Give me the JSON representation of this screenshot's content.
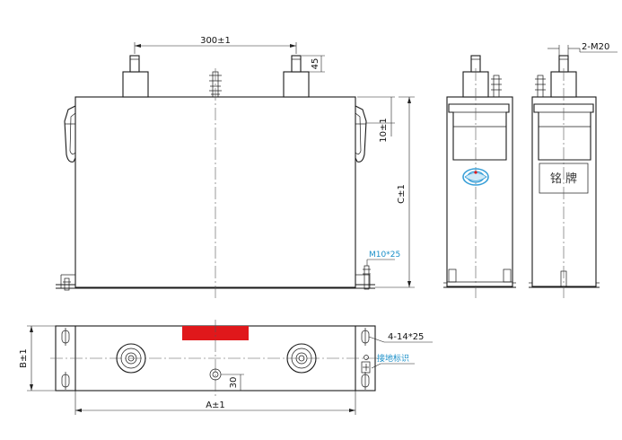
{
  "labels": {
    "top_spacing": "300±1",
    "terminal_height": "45",
    "top_offset": "10±1",
    "overall_height": "C±1",
    "bolt_spec": "M10*25",
    "terminal_thread": "2-M20",
    "mount_holes": "4-14*25",
    "width": "B±1",
    "length": "A±1",
    "ground_offset": "30",
    "ground_mark": "接地标识",
    "nameplate": "铭  牌"
  },
  "colors": {
    "line": "#1a1a1a",
    "dimension_blue": "#1a8fc8",
    "red_marker": "#e0181b",
    "logo_blue": "#3aa0d8"
  }
}
